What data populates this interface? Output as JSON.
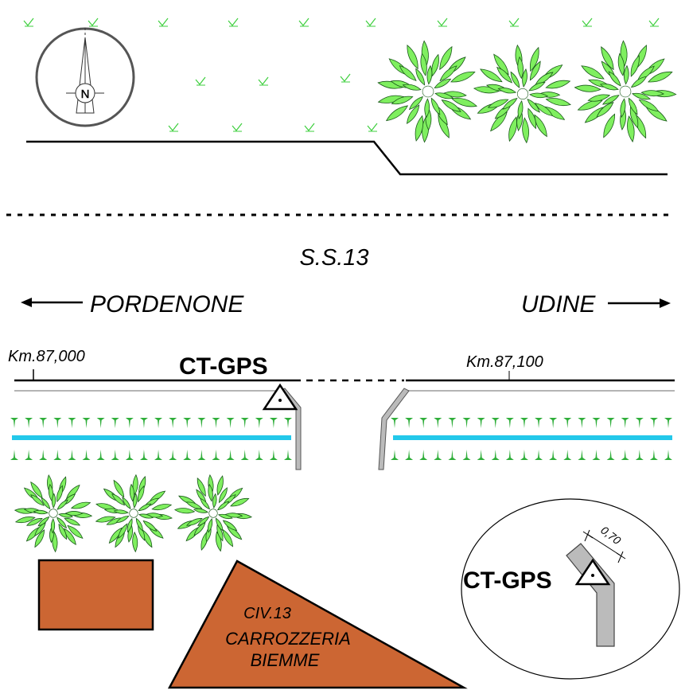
{
  "colors": {
    "tree_fill": "#7fef5f",
    "tree_stroke": "#1a5a1a",
    "grass": "#3ecf3e",
    "hedge": "#2fae3a",
    "water": "#23c8ea",
    "building": "#cc6633",
    "barrier": "#bbbbbb",
    "line": "#000000"
  },
  "compass": {
    "label": "N",
    "icon": "north-arrow-icon"
  },
  "road": {
    "name": "S.S.13"
  },
  "directions": {
    "left": {
      "label": "PORDENONE",
      "arrow": "arrow-left-icon"
    },
    "right": {
      "label": "UDINE",
      "arrow": "arrow-right-icon"
    }
  },
  "kilometer_markers": [
    {
      "label": "Km.87,000"
    },
    {
      "label": "Km.87,100"
    }
  ],
  "point_label": "CT-GPS",
  "inset": {
    "label": "CT-GPS",
    "dimension": "0,70"
  },
  "building": {
    "lines": [
      "CIV.13",
      "CARROZZERIA",
      "BIEMME"
    ]
  }
}
